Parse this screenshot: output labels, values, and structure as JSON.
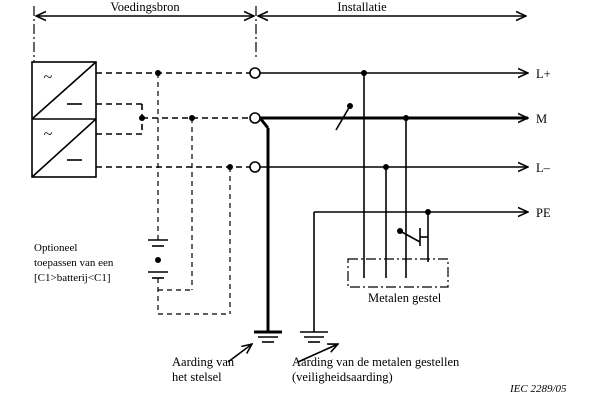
{
  "header": {
    "source_label": "Voedingsbron",
    "installation_label": "Installatie"
  },
  "conductors": {
    "l_plus": "L+",
    "m": "M",
    "l_minus": "L–",
    "pe": "PE"
  },
  "note": {
    "line1": "Optioneel",
    "line2": "toepassen van een",
    "line3": "[C1>batterij<C1]"
  },
  "frame_label": "Metalen gestel",
  "earth_system": {
    "line1": "Aarding van",
    "line2": "het stelsel"
  },
  "earth_frames": {
    "line1": "Aarding van de metalen gestellen",
    "line2": "(veiligheidsaarding)"
  },
  "figure_ref": "IEC  2289/05"
}
